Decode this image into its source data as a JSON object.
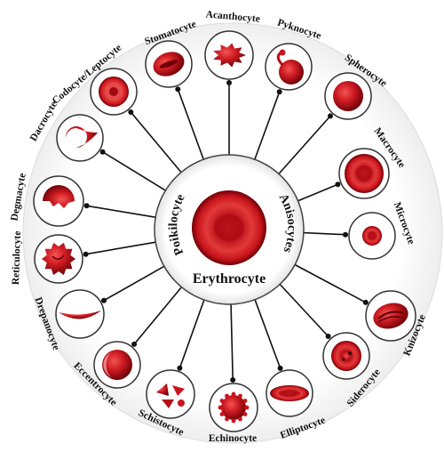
{
  "diagram": {
    "center": {
      "title": "Erythrocyte",
      "left_arc_label": "Poikilocyte",
      "right_arc_label": "Anisocytes"
    },
    "cells": [
      {
        "id": "stomatocyte",
        "label": "Stomatocyte"
      },
      {
        "id": "acanthocyte",
        "label": "Acanthocyte"
      },
      {
        "id": "pyknocyte",
        "label": "Pyknocyte"
      },
      {
        "id": "spherocyte",
        "label": "Spherocyte"
      },
      {
        "id": "macrocyte",
        "label": "Macrocyte"
      },
      {
        "id": "microcyte",
        "label": "Microcyte"
      },
      {
        "id": "knizocyte",
        "label": "Knizocyte"
      },
      {
        "id": "siderocyte",
        "label": "Siderocyte"
      },
      {
        "id": "elliptocyte",
        "label": "Elliptocyte"
      },
      {
        "id": "echinocyte",
        "label": "Echinocyte"
      },
      {
        "id": "schistocyte",
        "label": "Schistocyte"
      },
      {
        "id": "eccentrocyte",
        "label": "Eccentrocyte"
      },
      {
        "id": "drepanocyte",
        "label": "Drepanocyte"
      },
      {
        "id": "reticulocyte",
        "label": "Reticulocyte"
      },
      {
        "id": "degmacyte",
        "label": "Degmacyte"
      },
      {
        "id": "dacrocyte",
        "label": "Dacrocyte"
      },
      {
        "id": "codocyte",
        "label": "Codocyte/Leptocyte"
      }
    ],
    "colors": {
      "cell_red": "#c8141c",
      "cell_dark": "#7a0008",
      "cell_light": "#f04a4a",
      "line": "#111111",
      "circle_border": "#333333",
      "outer_ring": "#e6e6e6"
    }
  }
}
